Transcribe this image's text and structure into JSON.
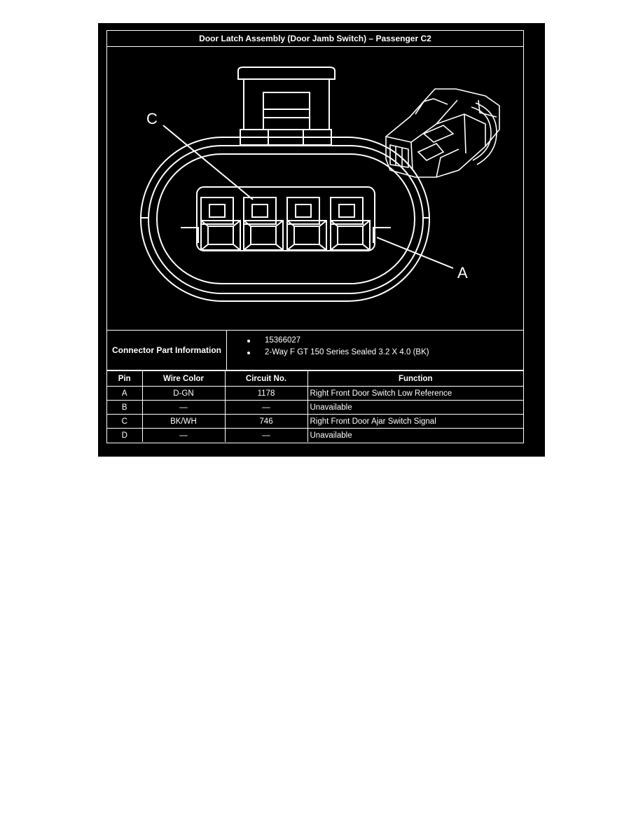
{
  "title": "Door Latch Assembly (Door Jamb Switch) – Passenger C2",
  "callouts": {
    "c": "C",
    "a": "A"
  },
  "colors": {
    "background": "#000000",
    "lines": "#ffffff"
  },
  "connector_info": {
    "label": "Connector Part Information",
    "items": [
      "15366027",
      "2-Way F GT 150 Series Sealed 3.2 X 4.0 (BK)"
    ]
  },
  "pin_table": {
    "headers": [
      "Pin",
      "Wire Color",
      "Circuit No.",
      "Function"
    ],
    "rows": [
      [
        "A",
        "D-GN",
        "1178",
        "Right Front Door Switch Low Reference"
      ],
      [
        "B",
        "—",
        "—",
        "Unavailable"
      ],
      [
        "C",
        "BK/WH",
        "746",
        "Right Front Door Ajar Switch Signal"
      ],
      [
        "D",
        "—",
        "—",
        "Unavailable"
      ]
    ]
  }
}
